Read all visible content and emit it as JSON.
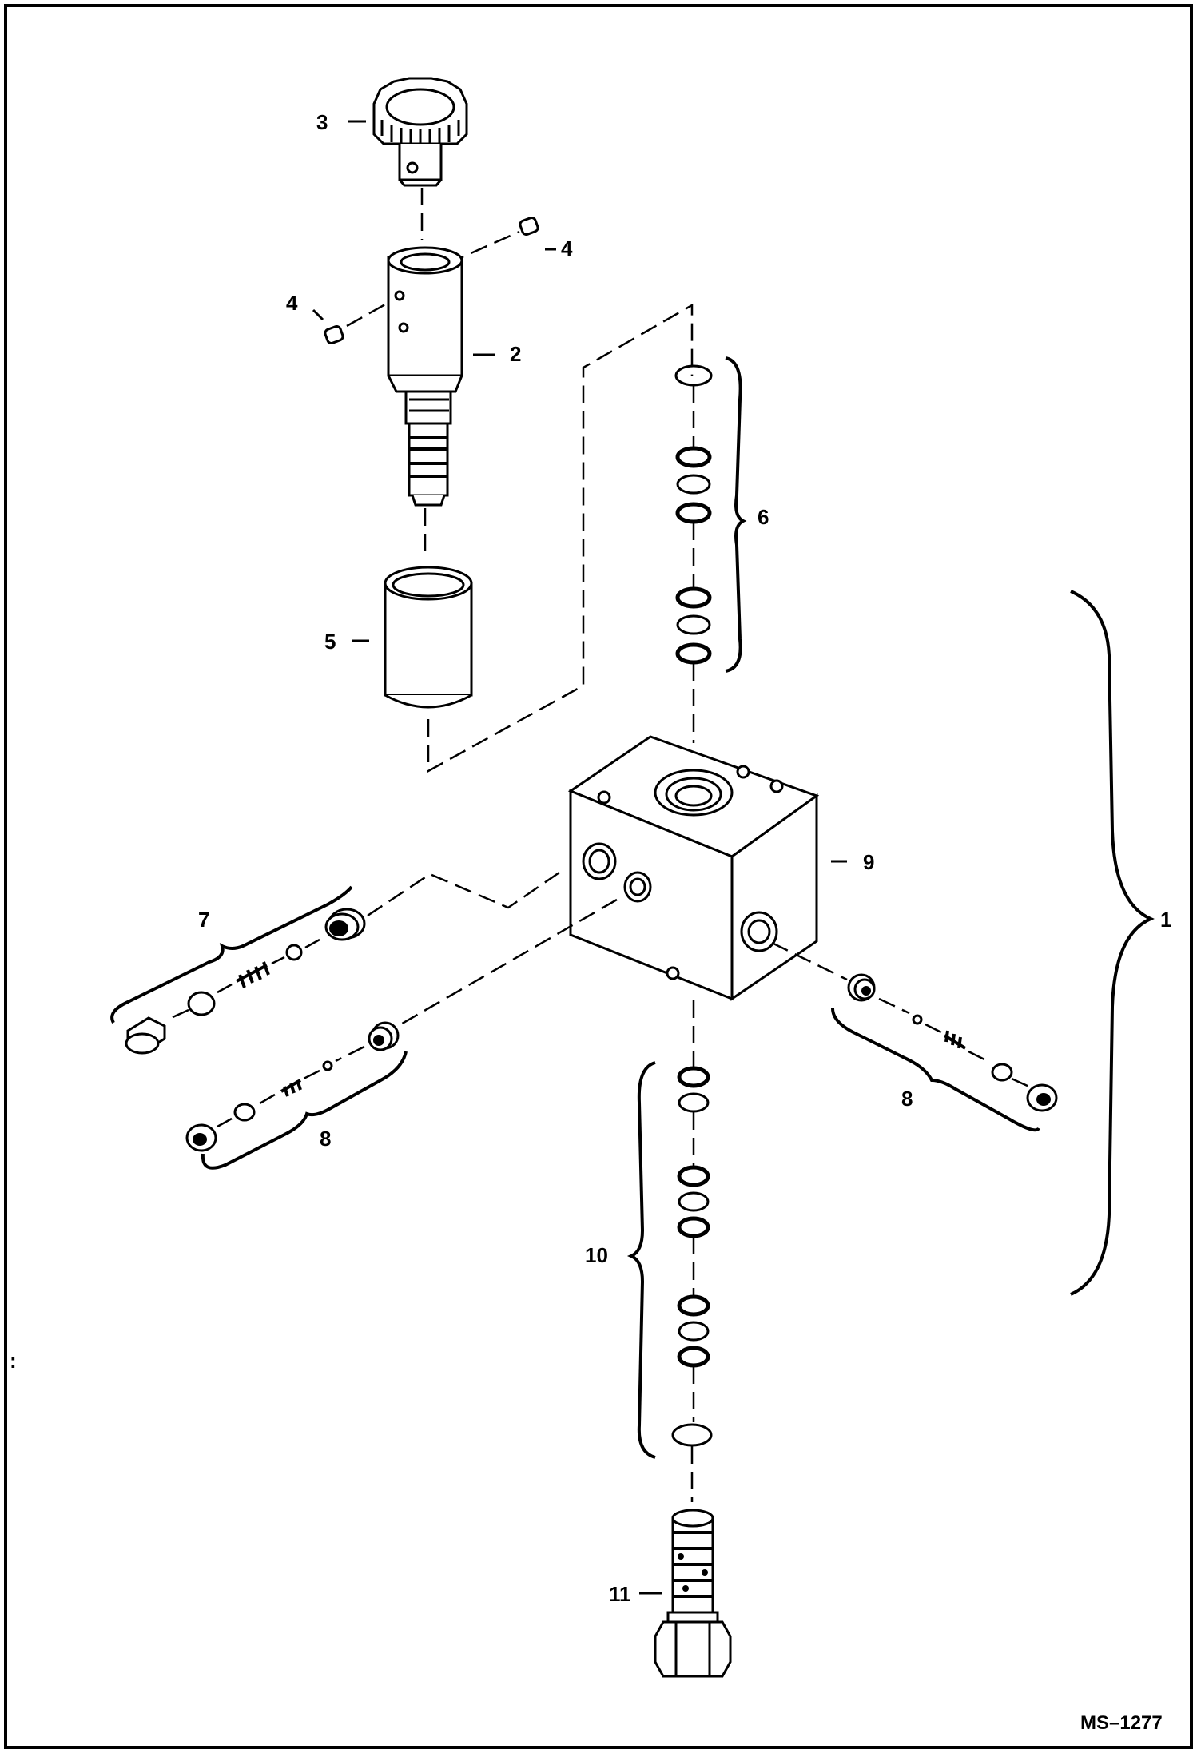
{
  "labels": {
    "l1": "1",
    "l2": "2",
    "l3": "3",
    "l4a": "4",
    "l4b": "4",
    "l5": "5",
    "l6": "6",
    "l7": "7",
    "l8a": "8",
    "l8b": "8",
    "l9": "9",
    "l10": "10",
    "l11": "11"
  },
  "drawing_code": "MS–1277",
  "side_mark": ":"
}
